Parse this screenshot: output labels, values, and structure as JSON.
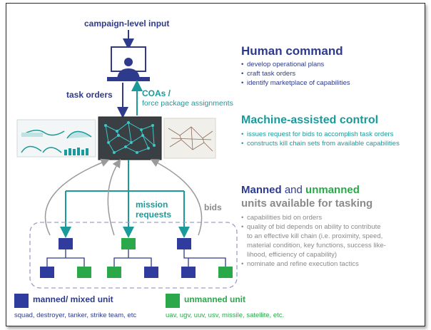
{
  "top_input": "campaign-level input",
  "task_orders": "task orders",
  "coas": "COAs /",
  "force_package": "force package assignments",
  "mission_requests_1": "mission",
  "mission_requests_2": "requests",
  "bids": "bids",
  "human": {
    "title": "Human command",
    "items": [
      "develop operational plans",
      "craft task orders",
      "identify marketplace of capabilities"
    ]
  },
  "machine": {
    "title": "Machine-assisted control",
    "items": [
      "issues request for bids to accomplish task orders",
      "constructs kill chain sets from available capabilities"
    ]
  },
  "units": {
    "title_manned": "Manned",
    "title_and": "and",
    "title_unmanned": "unmanned",
    "title_line2": "units available for tasking",
    "items": [
      "capabilities bid on orders",
      "quality of bid depends on ability to contribute",
      "to an effective kill chain (i.e. proximity, speed,",
      "material condition, key functions, success like-",
      "lihood, efficiency of capability)",
      "nominate and refine execution tactics"
    ]
  },
  "legend": {
    "manned_label": "manned/ mixed unit",
    "manned_examples": "squad, destroyer, tanker, strike team, etc",
    "unmanned_label": "unmanned unit",
    "unmanned_examples": "uav, ugv, uuv, usv, missile, satellite, etc."
  },
  "colors": {
    "navy": "#2e3a8c",
    "teal": "#1a9a9a",
    "green": "#2aa84a",
    "manned_box": "#2f3c9e",
    "unmanned_box": "#2aa84a"
  }
}
